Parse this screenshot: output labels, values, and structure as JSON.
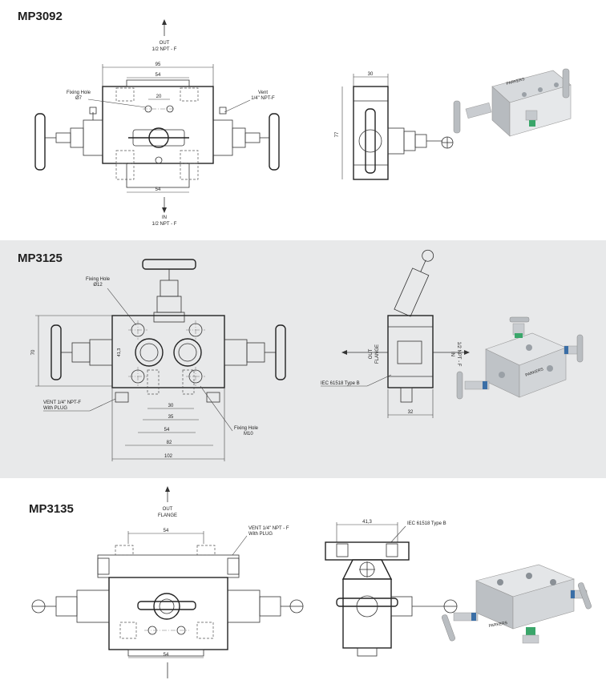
{
  "sections": [
    {
      "title": "MP3092",
      "labels": {
        "out_top": "OUT",
        "out_bottom": "1/2 NPT - F",
        "in_top": "IN",
        "in_bottom": "1/2 NPT - F",
        "fixing_top": "Fixing Hole",
        "fixing_bottom": "Ø7",
        "vent_top": "Vent",
        "vent_bottom": "1/4\" NPT-F",
        "dim_95": "95",
        "dim_54_top": "54",
        "dim_20": "20",
        "dim_54_bottom": "54",
        "dim_30": "30",
        "dim_77": "77",
        "brand": "PARKERS"
      }
    },
    {
      "title": "MP3125",
      "labels": {
        "fixing_top": "Fixing Hole",
        "fixing_bottom": "Ø12",
        "dim_70": "70",
        "dim_41": "41,3",
        "vent_top": "VENT 1/4\" NPT-F",
        "vent_bottom": "With PLUG",
        "dim_30": "30",
        "dim_35": "35",
        "dim_54": "54",
        "dim_82": "82",
        "dim_102": "102",
        "fixing2_top": "Fixing Hole",
        "fixing2_bottom": "M10",
        "out_top": "OUT",
        "out_bottom": "FLANGE",
        "in_top": "IN",
        "in_bottom": "1/2 NPT - F",
        "iec": "IEC 61518 Type B",
        "dim_32": "32",
        "brand": "PARKERS"
      }
    },
    {
      "title": "MP3135",
      "labels": {
        "out_top": "OUT",
        "out_bottom": "FLANGE",
        "vent_top": "VENT 1/4\" NPT - F",
        "vent_bottom": "With PLUG",
        "dim_54_top": "54",
        "dim_54_bottom": "54",
        "dim_41": "41,3",
        "iec": "IEC 61518 Type B",
        "brand": "PARKERS"
      }
    }
  ]
}
